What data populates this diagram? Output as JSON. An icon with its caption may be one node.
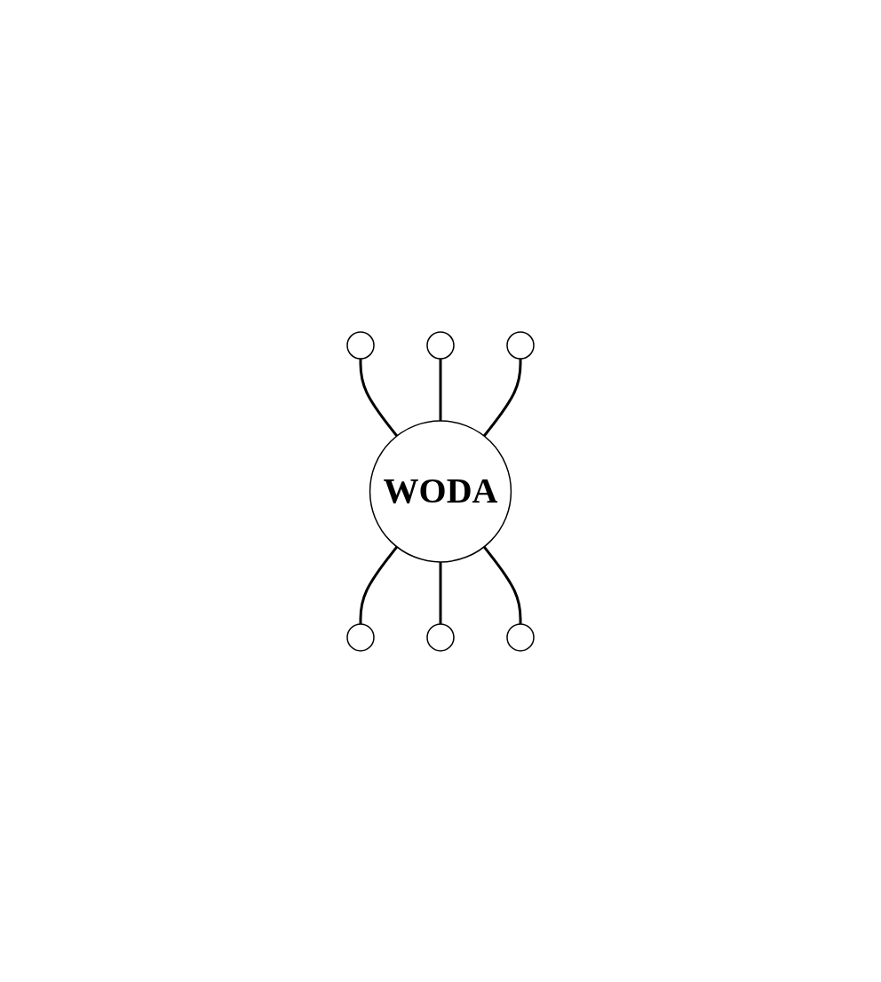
{
  "diagram": {
    "nodes": [
      {
        "text": [],
        "shape": "circle"
      },
      {
        "text": [],
        "shape": "circle"
      },
      {
        "text": [],
        "shape": "circle"
      },
      {
        "text": [
          "WODA"
        ]
      },
      {
        "text": [],
        "shape": "circle"
      },
      {
        "text": [],
        "shape": "circle"
      },
      {
        "text": [],
        "shape": "circle"
      }
    ],
    "edges": [
      {
        "from": 0,
        "to": 3,
        "arrow": "none"
      },
      {
        "from": 1,
        "to": 3,
        "arrow": "none"
      },
      {
        "from": 2,
        "to": 3,
        "arrow": "none"
      },
      {
        "from": 3,
        "to": 4,
        "arrow": "none"
      },
      {
        "from": 3,
        "to": 5,
        "arrow": "none"
      },
      {
        "from": 3,
        "to": 6,
        "arrow": "none"
      }
    ]
  }
}
